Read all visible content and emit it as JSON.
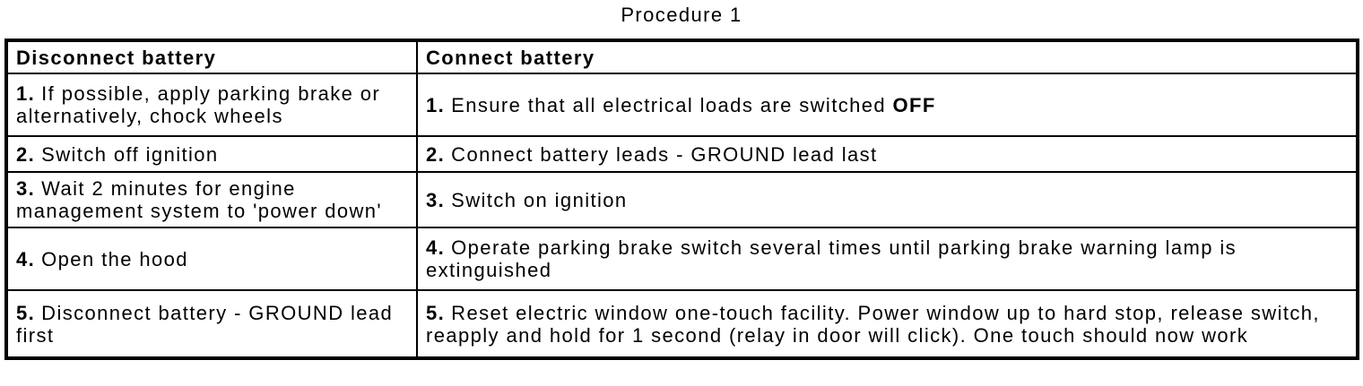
{
  "colors": {
    "background": "#ffffff",
    "text": "#000000",
    "border": "#000000"
  },
  "title": "Procedure 1",
  "table": {
    "headers": {
      "left": "Disconnect battery",
      "right": "Connect battery"
    },
    "rows": [
      {
        "left_num": "1.",
        "left_text": "If possible, apply parking brake or alternatively, chock wheels",
        "right_num": "1.",
        "right_text": "Ensure that all electrical loads are switched ",
        "right_bold": "OFF"
      },
      {
        "left_num": "2.",
        "left_text": "Switch off ignition",
        "right_num": "2.",
        "right_text": "Connect battery leads - GROUND lead last"
      },
      {
        "left_num": "3.",
        "left_text": "Wait 2 minutes for engine management system to 'power down'",
        "right_num": "3.",
        "right_text": "Switch on ignition"
      },
      {
        "left_num": "4.",
        "left_text": "Open the hood",
        "right_num": "4.",
        "right_text": "Operate parking brake switch several times until parking brake warning lamp is extinguished"
      },
      {
        "left_num": "5.",
        "left_text": "Disconnect battery - GROUND lead first",
        "right_num": "5.",
        "right_text": "Reset electric window one-touch facility. Power window up to hard stop, release switch, reapply and hold for 1 second (relay in door will click). One touch should now work"
      }
    ]
  }
}
